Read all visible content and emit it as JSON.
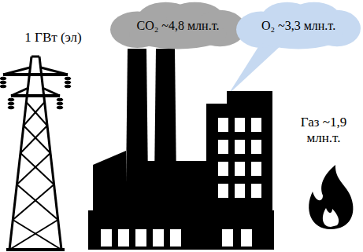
{
  "diagram": {
    "nodes": [
      {
        "text": [
          "CO₂ ~4,8 млн.т."
        ]
      },
      {
        "text": [
          "O₂ ~3,3 млн.т."
        ]
      }
    ],
    "labels": [
      "1 ГВт (эл)",
      "Газ ~1,9 млн.т."
    ]
  }
}
